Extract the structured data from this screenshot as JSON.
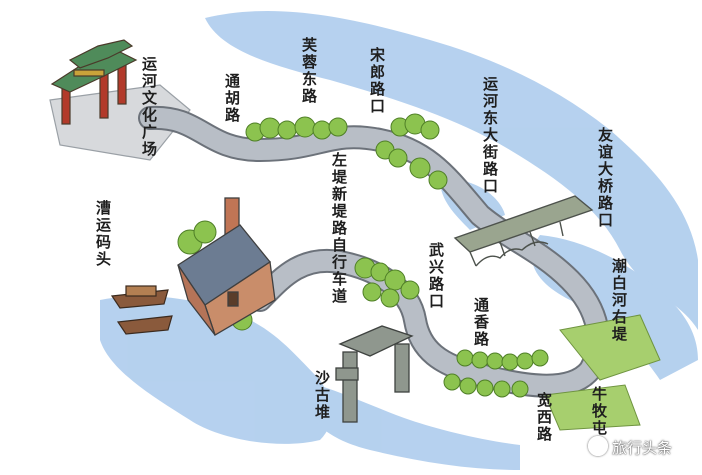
{
  "colors": {
    "water": "#a9c9ec",
    "road": "#b8bec6",
    "road_edge": "#6c727a",
    "trees": "#8cc34f",
    "plaza": "#d7d9dc",
    "label": "#1e1e1e"
  },
  "labels": {
    "yunhe_culture_plaza": "运河文化广场",
    "tonghu_road": "通胡路",
    "furong_east_road": "芙蓉东路",
    "songlang_road_junction": "宋郎路口",
    "yunhe_east_avenue_junction": "运河东大街路口",
    "youyi_bridge_junction": "友谊大桥路口",
    "chaobai_river_right_bank": "潮白河右堤",
    "caoyun_wharf": "漕运码头",
    "left_bank_new_bikeway": "左堤新堤路自行车道",
    "wuxing_road_junction": "武兴路口",
    "tongxiang_road": "通香路",
    "shaguidui": "沙古堆",
    "kuanxi_road": "宽西路",
    "niumutun": "牛牧屯"
  },
  "watermark": {
    "icon": "toutiao-logo-icon",
    "text": "旅行头条"
  }
}
